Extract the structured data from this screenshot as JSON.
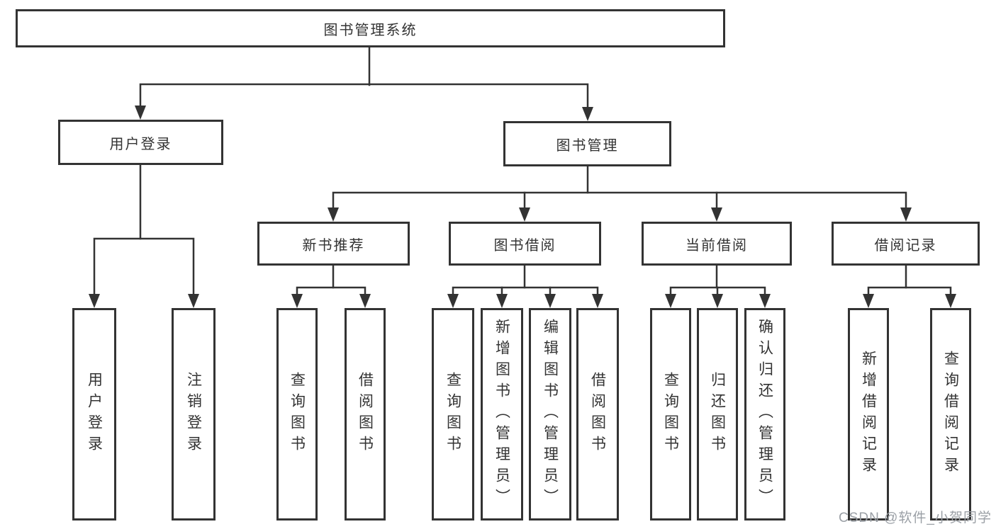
{
  "diagram": {
    "type": "hierarchy-flowchart",
    "tree": {
      "label": "图书管理系统",
      "children": [
        {
          "label": "用户登录",
          "children": [
            {
              "label": "用户登录"
            },
            {
              "label": "注销登录"
            }
          ]
        },
        {
          "label": "图书管理",
          "children": [
            {
              "label": "新书推荐",
              "children": [
                {
                  "label": "查询图书"
                },
                {
                  "label": "借阅图书"
                }
              ]
            },
            {
              "label": "图书借阅",
              "children": [
                {
                  "label": "查询图书"
                },
                {
                  "label": "新增图书（管理员）"
                },
                {
                  "label": "编辑图书（管理员）"
                },
                {
                  "label": "借阅图书"
                }
              ]
            },
            {
              "label": "当前借阅",
              "children": [
                {
                  "label": "查询图书"
                },
                {
                  "label": "归还图书"
                },
                {
                  "label": "确认归还（管理员）"
                }
              ]
            },
            {
              "label": "借阅记录",
              "children": [
                {
                  "label": "新增借阅记录"
                },
                {
                  "label": "查询借阅记录"
                }
              ]
            }
          ]
        }
      ]
    },
    "colors": {
      "line": "#333333",
      "box_background": "#ffffff",
      "text": "#333333"
    }
  },
  "watermark": {
    "text": "CSDN @软件_小贺同学",
    "color": "#9ba0a6"
  }
}
